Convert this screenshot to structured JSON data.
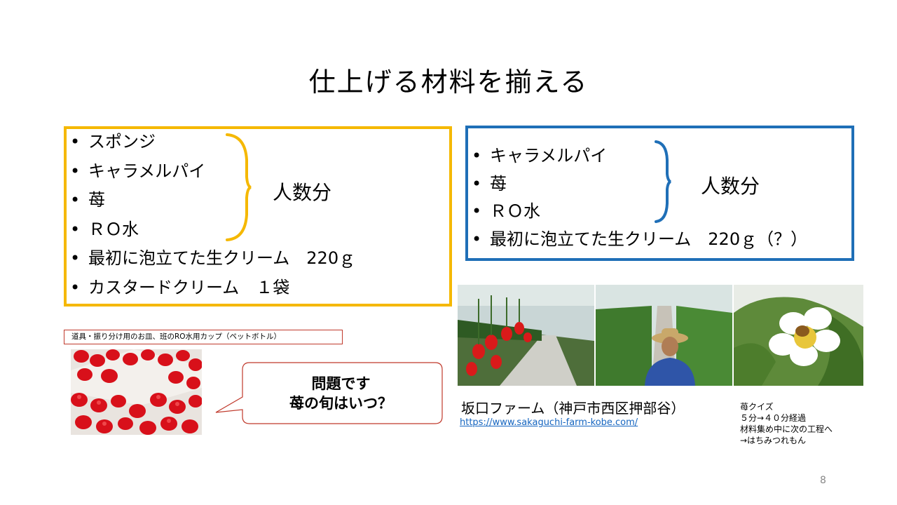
{
  "slide": {
    "title": "仕上げる材料を揃える",
    "page_number": "8"
  },
  "left_box": {
    "items": [
      "スポンジ",
      "キャラメルパイ",
      "苺",
      "ＲＯ水",
      "最初に泡立てた生クリーム　220ｇ",
      "カスタードクリーム　１袋"
    ],
    "brace_label": "人数分"
  },
  "right_box": {
    "items": [
      "キャラメルパイ",
      "苺",
      "ＲＯ水",
      "最初に泡立てた生クリーム　220ｇ（？）"
    ],
    "brace_label": "人数分"
  },
  "tools_note": "道具・振り分け用のお皿、班のRO水用カップ（ペットボトル）",
  "callout": {
    "line1": "問題です",
    "line2": "苺の旬はいつ？"
  },
  "farm": {
    "name": "坂口ファーム（神戸市西区押部谷）",
    "url": "https://www.sakaguchi-farm-kobe.com/"
  },
  "quiz_note": {
    "line1": "苺クイズ",
    "line2": "５分→４０分経過",
    "line3": "材料集め中に次の工程へ",
    "line4": "→はちみつれもん"
  },
  "colors": {
    "yellow_border": "#f5b800",
    "blue_border": "#1f6fb7",
    "callout_border": "#c0392b",
    "link": "#1565c0"
  }
}
